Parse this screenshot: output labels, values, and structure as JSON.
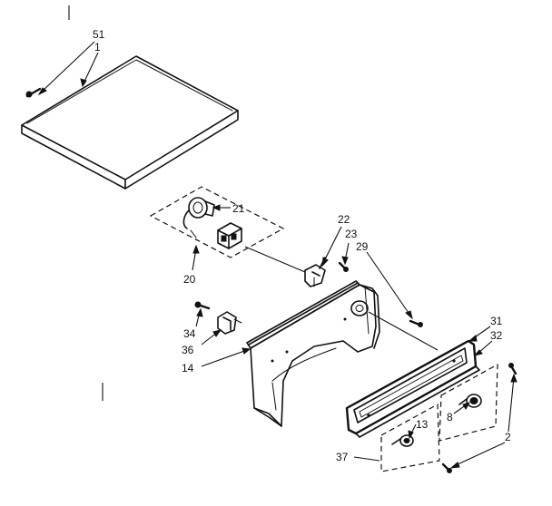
{
  "callouts": {
    "c51": "51",
    "c1": "1",
    "c21": "21",
    "c20": "20",
    "c22": "22",
    "c23": "23",
    "c29": "29",
    "c34": "34",
    "c36": "36",
    "c14": "14",
    "c31": "31",
    "c32": "32",
    "c8": "8",
    "c13": "13",
    "c2": "2",
    "c37": "37"
  }
}
